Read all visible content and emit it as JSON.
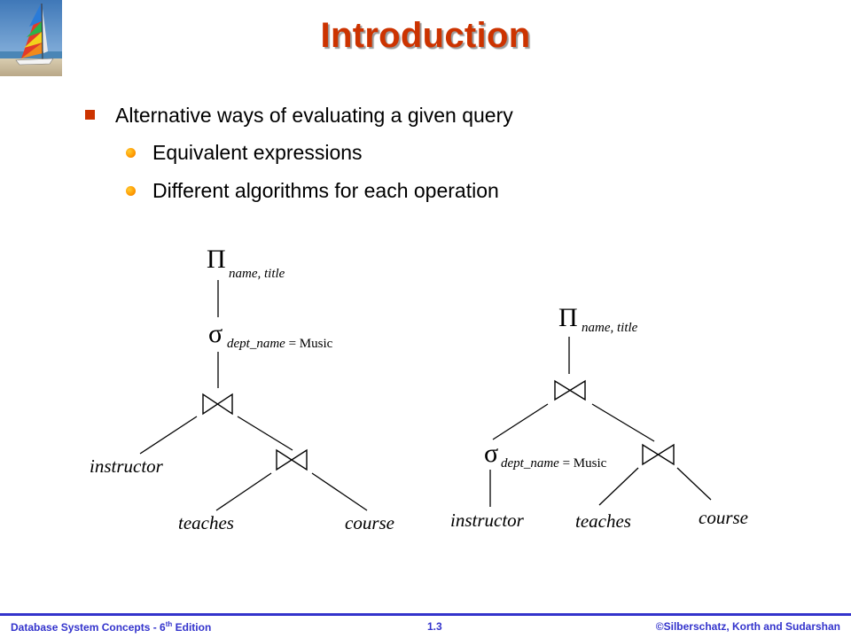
{
  "slide": {
    "title": "Introduction",
    "bullets": [
      {
        "text": "Alternative ways of evaluating a given query",
        "sub": [
          "Equivalent expressions",
          "Different algorithms for each operation"
        ]
      }
    ]
  },
  "tree_left": {
    "project_symbol": "Π",
    "project_attrs": "name, title",
    "select_symbol": "σ",
    "select_attr": "dept_name",
    "select_rest": " = Music",
    "join_symbol": "⋈",
    "leaf_instructor": "instructor",
    "leaf_teaches": "teaches",
    "leaf_course": "course"
  },
  "tree_right": {
    "project_symbol": "Π",
    "project_attrs": "name, title",
    "select_symbol": "σ",
    "select_attr": "dept_name",
    "select_rest": " = Music",
    "join_symbol": "⋈",
    "leaf_instructor": "instructor",
    "leaf_teaches": "teaches",
    "leaf_course": "course"
  },
  "footer": {
    "left_prefix": "Database  System Concepts  - 6",
    "left_sup": "th",
    "left_suffix": " Edition",
    "center": "1.3",
    "right": "©Silberschatz, Korth and Sudarshan"
  },
  "colors": {
    "title": "#cc3300",
    "footer": "#3333cc",
    "bullet_square": "#cc3300",
    "bullet_dot": "#ff9900"
  },
  "icons": [
    "sailboat-logo",
    "square-bullet",
    "round-bullet"
  ]
}
